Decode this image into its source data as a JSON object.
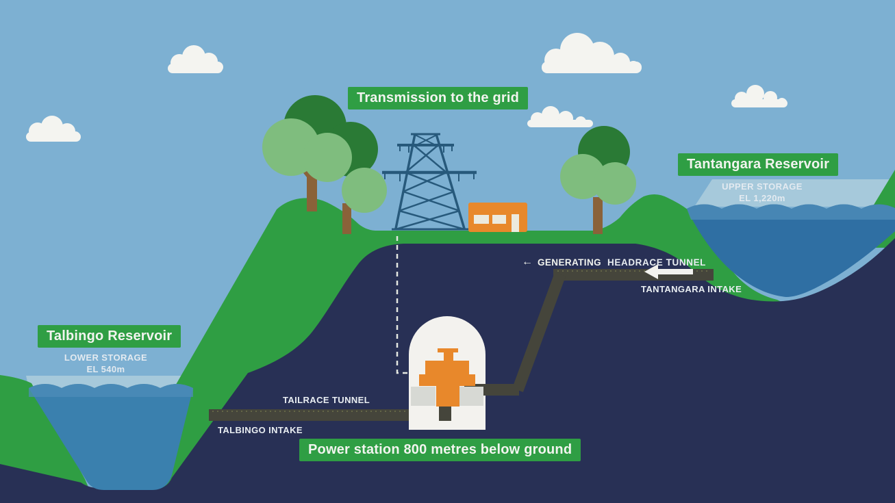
{
  "diagram": {
    "subject": "pumped-hydro-storage-scheme-cross-section",
    "labels": {
      "transmission": "Transmission to the grid",
      "tantangara_reservoir": "Tantangara Reservoir",
      "tantangara_storage_line1": "UPPER STORAGE",
      "tantangara_storage_line2": "EL 1,220m",
      "talbingo_reservoir": "Talbingo Reservoir",
      "talbingo_storage_line1": "LOWER STORAGE",
      "talbingo_storage_line2": "EL 540m",
      "generating_arrow": "←",
      "generating": "GENERATING",
      "headrace_tunnel": "HEADRACE TUNNEL",
      "tantangara_intake": "TANTANGARA INTAKE",
      "tailrace_tunnel": "TAILRACE TUNNEL",
      "talbingo_intake": "TALBINGO INTAKE",
      "power_station": "Power station 800 metres below ground"
    },
    "icons": {
      "generating_direction_arrow": "left-arrow",
      "flow_direction_arrow": "big-white-left-arrow"
    },
    "colors": {
      "sky": "#7db0d2",
      "pale_water_band": "#a6c9db",
      "grass_green": "#2f9e43",
      "label_green": "#2f9e44",
      "underground_navy": "#283055",
      "talbingo_water": "#3a80ae",
      "tantangara_water_body": "#2f6fa3",
      "water_surface_band": "#4d8cb8",
      "tunnel_dark": "#45453b",
      "structure_orange": "#e8882b",
      "tower_steel_blue": "#27597b",
      "cloud_white": "#f4f4f0",
      "cavern_white": "#f3f2ee",
      "tree_dark_green": "#2a7a35",
      "tree_light_green": "#7fbd7e",
      "trunk_brown": "#8a6239"
    }
  }
}
